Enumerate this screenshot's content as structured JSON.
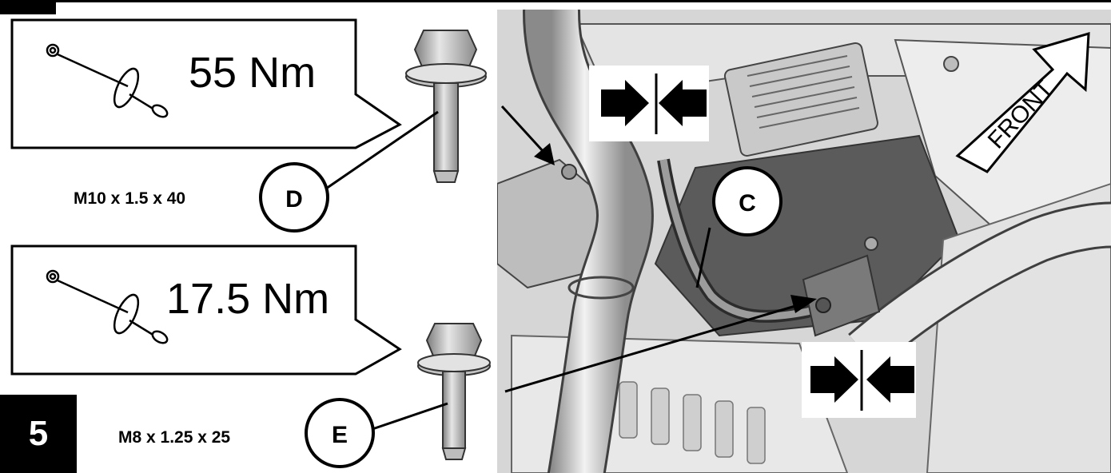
{
  "step_number": "5",
  "torque_callouts": [
    {
      "value": "55 Nm",
      "bolt_spec": "M10 x 1.5 x 40",
      "bolt_letter": "D"
    },
    {
      "value": "17.5 Nm",
      "bolt_spec": "M8 x 1.25 x 25",
      "bolt_letter": "E"
    }
  ],
  "part_label_c": "C",
  "direction_label": "FRONT",
  "colors": {
    "line": "#000000",
    "background": "#ffffff",
    "photo_gray": "#d4d4d4"
  },
  "icons": [
    "torque-wrench-icon",
    "align-flush-icon",
    "hex-flange-bolt-icon",
    "front-direction-arrow-icon"
  ]
}
